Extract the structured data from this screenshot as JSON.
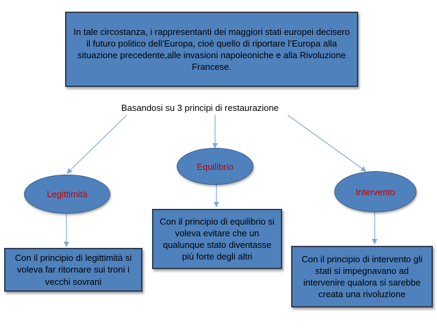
{
  "top_box": {
    "text": "In tale circostanza, i rappresentanti dei maggiori stati europei decisero il futuro politico dell’Europa, cioè quello di riportare l’Europa alla situazione precedente,alle invasioni napoleoniche e alla Rivoluzione Francese."
  },
  "subtitle": "Basandosi su 3 principi di restaurazione",
  "principles": {
    "legittimita": {
      "label": "Legittimità",
      "description": "Con il principio di legittimità si voleva far ritornare sui troni i vecchi sovrani"
    },
    "equilibrio": {
      "label": "Equilibrio",
      "description": "Con il principio di equilibrio si voleva evitare che un qualunque stato diventasse più forte degli altri"
    },
    "intervento": {
      "label": "Intervento",
      "description": "Con il principio di intervento gli stati si impegnavano ad intervenire qualora si sarebbe creata una rivoluzione"
    }
  },
  "colors": {
    "box_fill": "#4f81bd",
    "box_border": "#2f3f52",
    "label_text": "#c00000",
    "arrow": "#7fa9d4"
  }
}
